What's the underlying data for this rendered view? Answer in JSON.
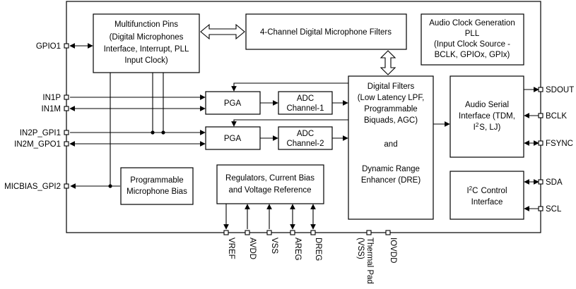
{
  "blocks": {
    "multifunction": [
      "Multifunction Pins",
      "(Digital Microphones",
      "Interface, Interrupt, PLL",
      "Input Clock)"
    ],
    "mic_filters": [
      "4-Channel Digital Microphone Filters"
    ],
    "clock_gen": [
      "Audio Clock Generation",
      "PLL",
      "(Input Clock Source -",
      "BCLK, GPIOx, GPIx)"
    ],
    "pga1": [
      "PGA"
    ],
    "pga2": [
      "PGA"
    ],
    "adc1": [
      "ADC",
      "Channel-1"
    ],
    "adc2": [
      "ADC",
      "Channel-2"
    ],
    "digital_filters": [
      "Digital Filters",
      "(Low Latency LPF,",
      "Programmable",
      "Biquads, AGC)",
      "and",
      "Dynamic Range",
      "Enhancer (DRE)"
    ],
    "serial_if": [
      "Audio Serial",
      "Interface (TDM,",
      "S, LJ)"
    ],
    "serial_if_prefix": "I",
    "serial_if_sup": "2",
    "i2c": [
      "Control",
      "Interface"
    ],
    "i2c_prefix": "I",
    "i2c_sup": "2",
    "i2c_c": "C",
    "mic_bias": [
      "Programmable",
      "Microphone Bias"
    ],
    "regulators": [
      "Regulators, Current Bias",
      "and  Voltage Reference"
    ]
  },
  "left_pins": [
    "GPIO1",
    "IN1P",
    "IN1M",
    "IN2P_GPI1",
    "IN2M_GPO1",
    "MICBIAS_GPI2"
  ],
  "right_pins": [
    "SDOUT",
    "BCLK",
    "FSYNC",
    "SDA",
    "SCL"
  ],
  "bottom_pins": [
    "VREF",
    "AVDD",
    "VSS",
    "AREG",
    "DREG",
    "Thermal Pad",
    "(VSS)",
    "IOVDD"
  ]
}
